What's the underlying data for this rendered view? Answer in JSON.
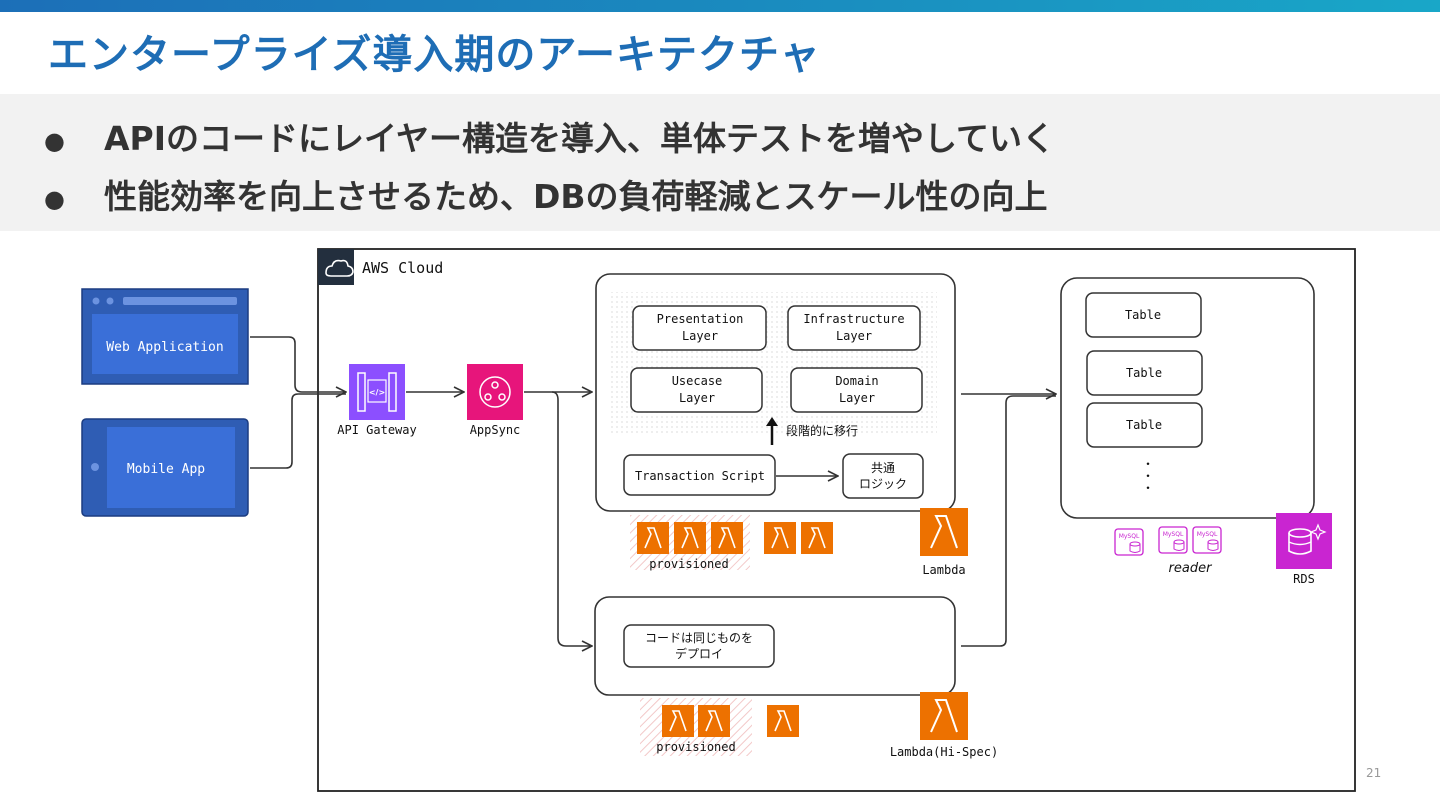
{
  "slide": {
    "title": "エンタープライズ導入期のアーキテクチャ",
    "bullets": [
      "APIのコードにレイヤー構造を導入、単体テストを増やしていく",
      "性能効率を向上させるため、DBの負荷軽減とスケール性の向上"
    ],
    "page_number": "21"
  },
  "colors": {
    "accent": "#1e6db5",
    "apigw": "#8c4fff",
    "appsync": "#e7157b",
    "lambda": "#ed7100",
    "rds": "#c925d1",
    "client": "#2f5db4"
  },
  "diagram": {
    "aws_cloud_label": "AWS Cloud",
    "web_app_label": "Web Application",
    "mobile_app_label": "Mobile App",
    "api_gateway_label": "API Gateway",
    "appsync_label": "AppSync",
    "layers": {
      "presentation": [
        "Presentation",
        "Layer"
      ],
      "infrastructure": [
        "Infrastructure",
        "Layer"
      ],
      "usecase": [
        "Usecase",
        "Layer"
      ],
      "domain": [
        "Domain",
        "Layer"
      ]
    },
    "migrate_note": "段階的に移行",
    "transaction_script": "Transaction Script",
    "common_logic": [
      "共通",
      "ロジック"
    ],
    "provisioned_label": "provisioned",
    "lambda_label": "Lambda",
    "lambda_hispec_label": "Lambda(Hi-Spec)",
    "deploy_note": [
      "コードは同じものを",
      "デプロイ"
    ],
    "tables": [
      "Table",
      "Table",
      "Table"
    ],
    "more_dots": "・",
    "reader_label": "reader",
    "mysql_label": "MySQL",
    "rds_label": "RDS",
    "icons": {
      "cloud": "cloud-icon",
      "apigw": "api-gateway-icon",
      "appsync": "appsync-icon",
      "lambda": "lambda-icon",
      "rds": "rds-icon",
      "mysql": "mysql-icon"
    }
  }
}
